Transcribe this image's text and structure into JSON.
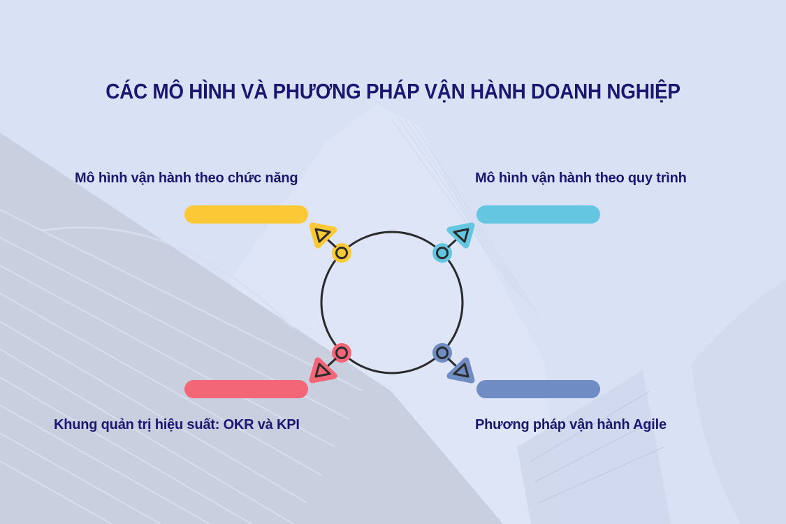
{
  "title": "CÁC MÔ HÌNH VÀ PHƯƠNG PHÁP VẬN HÀNH DOANH NGHIỆP",
  "items": [
    {
      "label": "Mô hình vận hành theo chức năng",
      "color": "#fbc935",
      "position": "top-left"
    },
    {
      "label": "Mô hình vận hành theo quy trình",
      "color": "#64c6e0",
      "position": "top-right"
    },
    {
      "label": "Khung quản trị hiệu suất: OKR và KPI",
      "color": "#f36677",
      "position": "bottom-left"
    },
    {
      "label": "Phương pháp vận hành Agile",
      "color": "#6f8cc3",
      "position": "bottom-right"
    }
  ],
  "colors": {
    "title": "#1b1670",
    "background": "#d8e2f4",
    "circle_stroke": "#2b2b2b"
  }
}
